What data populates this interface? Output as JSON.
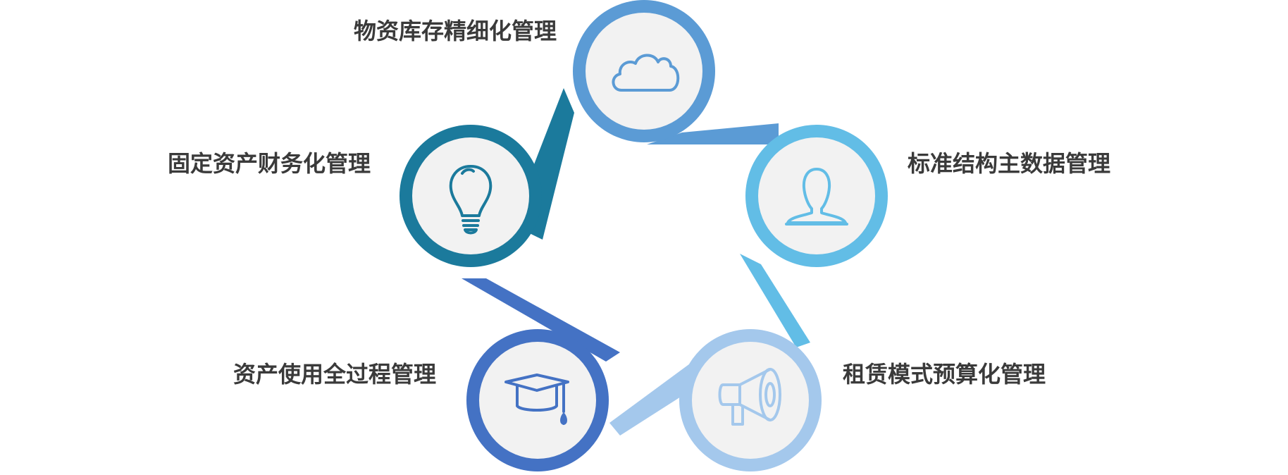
{
  "nodes": [
    {
      "id": "inventory",
      "label": "物资库存精细化管理",
      "icon": "cloud-icon",
      "color": "#5b9bd5"
    },
    {
      "id": "master-data",
      "label": "标准结构主数据管理",
      "icon": "user-icon",
      "color": "#62bde6"
    },
    {
      "id": "lease-budget",
      "label": "租赁模式预算化管理",
      "icon": "megaphone-icon",
      "color": "#a4c8ec"
    },
    {
      "id": "lifecycle",
      "label": "资产使用全过程管理",
      "icon": "graduation-cap-icon",
      "color": "#4472c4"
    },
    {
      "id": "fixed-assets",
      "label": "固定资产财务化管理",
      "icon": "lightbulb-icon",
      "color": "#1b7a9c"
    }
  ],
  "colors": {
    "inner_circle": "#f2f2f2",
    "label_text": "#3a3a3a"
  }
}
